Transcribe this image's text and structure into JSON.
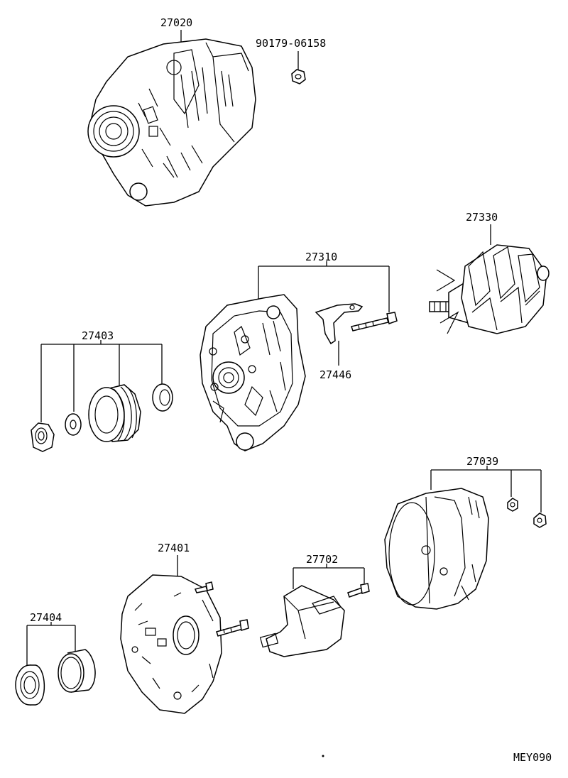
{
  "parts": {
    "alternator_assy": "27020",
    "nut_top": "90179-06158",
    "frame_drive_end": "27310",
    "rotor": "27330",
    "pulley_set": "27403",
    "bracket": "27446",
    "rectifier_end_frame_set": "27039",
    "rectifier_end_frame": "27401",
    "regulator": "27702",
    "bearing_set": "27404"
  },
  "drawing_code": "MEY090"
}
